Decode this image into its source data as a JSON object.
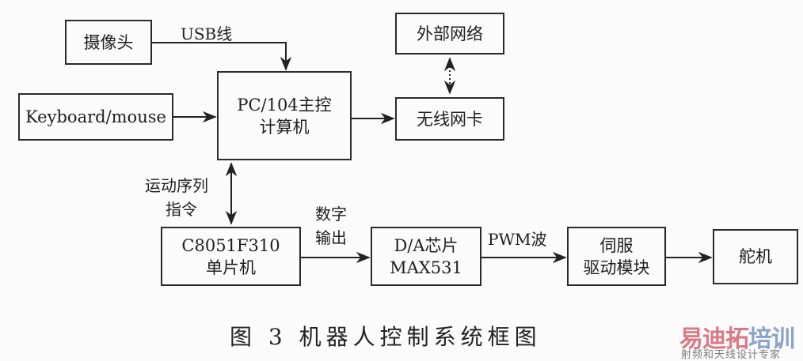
{
  "diagram": {
    "nodes": {
      "camera": {
        "line1": "摄像头"
      },
      "keyboard": {
        "line1": "Keyboard/mouse"
      },
      "pc104": {
        "line1": "PC/104主控",
        "line2": "计算机"
      },
      "external_network": {
        "line1": "外部网络"
      },
      "wireless_card": {
        "line1": "无线网卡"
      },
      "mcu": {
        "line1": "C8051F310",
        "line2": "单片机"
      },
      "dac": {
        "line1": "D/A芯片",
        "line2": "MAX531"
      },
      "servo_driver": {
        "line1": "伺服",
        "line2": "驱动模块"
      },
      "servo": {
        "line1": "舵机"
      }
    },
    "edge_labels": {
      "usb": "USB线",
      "motion_line1": "运动序列",
      "motion_line2": "指令",
      "digital_line1": "数字",
      "digital_line2": "输出",
      "pwm": "PWM波"
    },
    "edges": [
      {
        "from": "camera",
        "to": "pc104",
        "label": "USB线"
      },
      {
        "from": "keyboard",
        "to": "pc104"
      },
      {
        "from": "pc104",
        "to": "wireless_card"
      },
      {
        "from": "wireless_card",
        "to": "external_network",
        "style": "dotted",
        "bidirectional": true
      },
      {
        "from": "pc104",
        "to": "mcu",
        "bidirectional": true,
        "label": "运动序列指令"
      },
      {
        "from": "mcu",
        "to": "dac",
        "label": "数字输出"
      },
      {
        "from": "dac",
        "to": "servo_driver",
        "label": "PWM波"
      },
      {
        "from": "servo_driver",
        "to": "servo"
      }
    ]
  },
  "caption": "图 3   机器人控制系统框图",
  "watermark": {
    "part1": "易迪拓",
    "part2": "培训",
    "subtitle": "射频和天线设计专家"
  }
}
